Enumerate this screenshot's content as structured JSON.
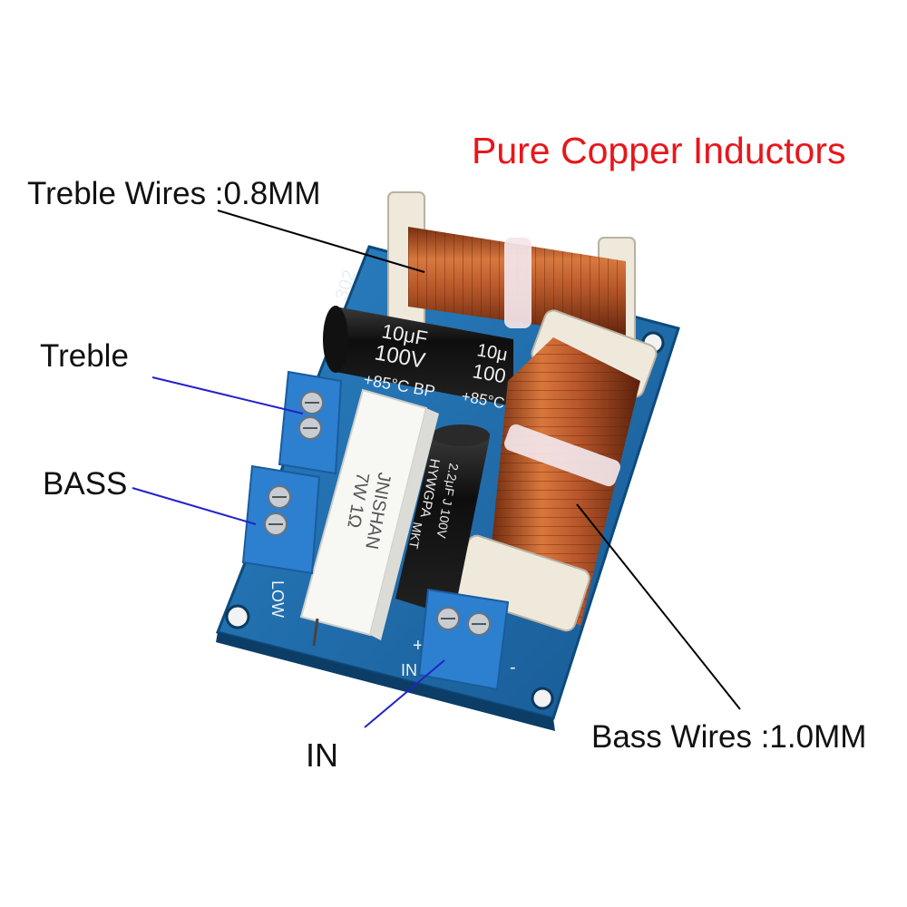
{
  "title": {
    "text": "Pure Copper Inductors",
    "color": "#e8161b"
  },
  "callouts": {
    "treble_wires": "Treble Wires :0.8MM",
    "treble": "Treble",
    "bass": "BASS",
    "input": "IN",
    "bass_wires": "Bass Wires :1.0MM"
  },
  "board": {
    "silkscreen_low": "LOW",
    "silkscreen_in": "IN",
    "silkscreen_plus": "+",
    "silkscreen_minus": "-",
    "capacitor_electrolytic": {
      "value": "10μF",
      "voltage": "100V",
      "temp": "+85°C BP",
      "value_repeat": "10μ",
      "voltage_repeat": "100",
      "temp_repeat": "+85°C"
    },
    "resistor": {
      "line1": "JNISHAN",
      "line2": "7W 1Ω"
    },
    "capacitor_film": {
      "brand": "HYWGPA",
      "spec": "2.2μF J 100V",
      "type": "MKT"
    }
  },
  "colors": {
    "pcb": "#1f6fb0",
    "terminal_block": "#2d7fd0",
    "copper": "#b85a2a",
    "capacitor": "#1a1a1a",
    "resistor": "#f5f5f2",
    "leader_black": "#000000",
    "leader_blue": "#2222cc"
  }
}
